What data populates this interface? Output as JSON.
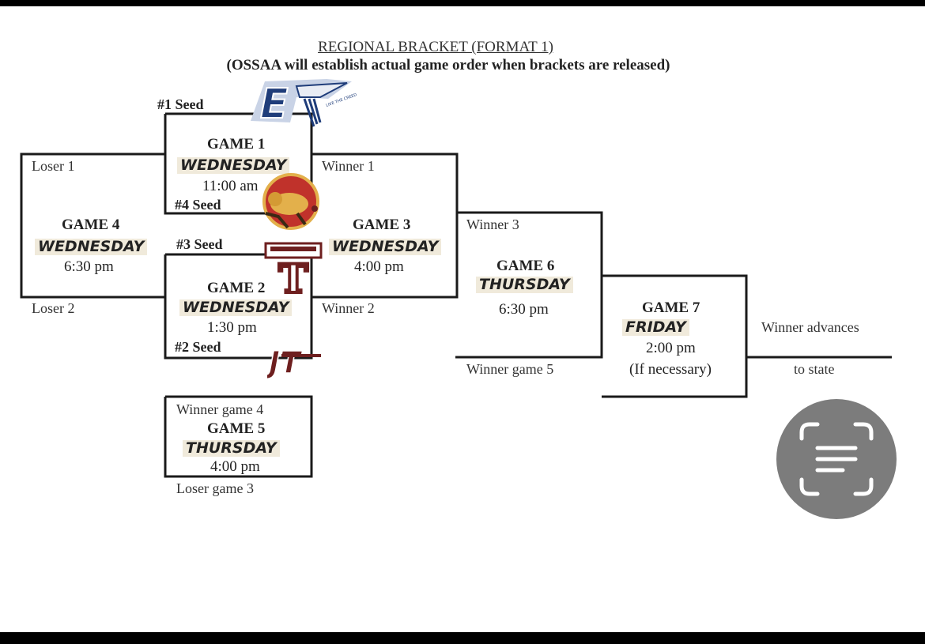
{
  "header": {
    "title": "REGIONAL BRACKET (FORMAT 1)",
    "subtitle": "(OSSAA will establish actual game order when brackets are released)"
  },
  "seeds": {
    "seed1": "#1 Seed",
    "seed4": "#4  Seed",
    "seed3": "#3 Seed",
    "seed2": "#2 Seed"
  },
  "games": {
    "g1": {
      "name": "GAME 1",
      "day": "WEDNESDAY",
      "time": "11:00 am"
    },
    "g2": {
      "name": "GAME 2",
      "day": "WEDNESDAY",
      "time": "1:30 pm"
    },
    "g3": {
      "name": "GAME 3",
      "day": "WEDNESDAY",
      "time": "4:00 pm"
    },
    "g4": {
      "name": "GAME 4",
      "day": "WEDNESDAY",
      "time": "6:30 pm"
    },
    "g5": {
      "name": "GAME 5",
      "day": "THURSDAY",
      "time": "4:00 pm"
    },
    "g6": {
      "name": "GAME 6",
      "day": "THURSDAY",
      "time": "6:30 pm"
    },
    "g7": {
      "name": "GAME 7",
      "day": "FRIDAY",
      "time": "2:00 pm",
      "note": "(If necessary)"
    }
  },
  "labels": {
    "loser1": "Loser 1",
    "loser2": "Loser 2",
    "winner1": "Winner 1",
    "winner2": "Winner 2",
    "winner3": "Winner 3",
    "winner_game5": "Winner game 5",
    "winner_game4": "Winner game 4",
    "loser_game3": "Loser game 3",
    "advances": "Winner advances",
    "to_state": "to state"
  },
  "logos": {
    "seed1_letter": "E",
    "seed1_tagline": "LIVE THE CREED",
    "seed3_letter": "T",
    "seed2_letters": "JT"
  },
  "colors": {
    "line": "#1a1a1a",
    "day_highlight": "#f0eadb",
    "logo_blue": "#1f3d7a",
    "logo_maroon": "#6e1f1f",
    "logo_red": "#c0322b",
    "logo_gold": "#e3b04b",
    "scan_button": "#7c7c7c"
  },
  "icons": {
    "scan": "text-scan-icon"
  }
}
